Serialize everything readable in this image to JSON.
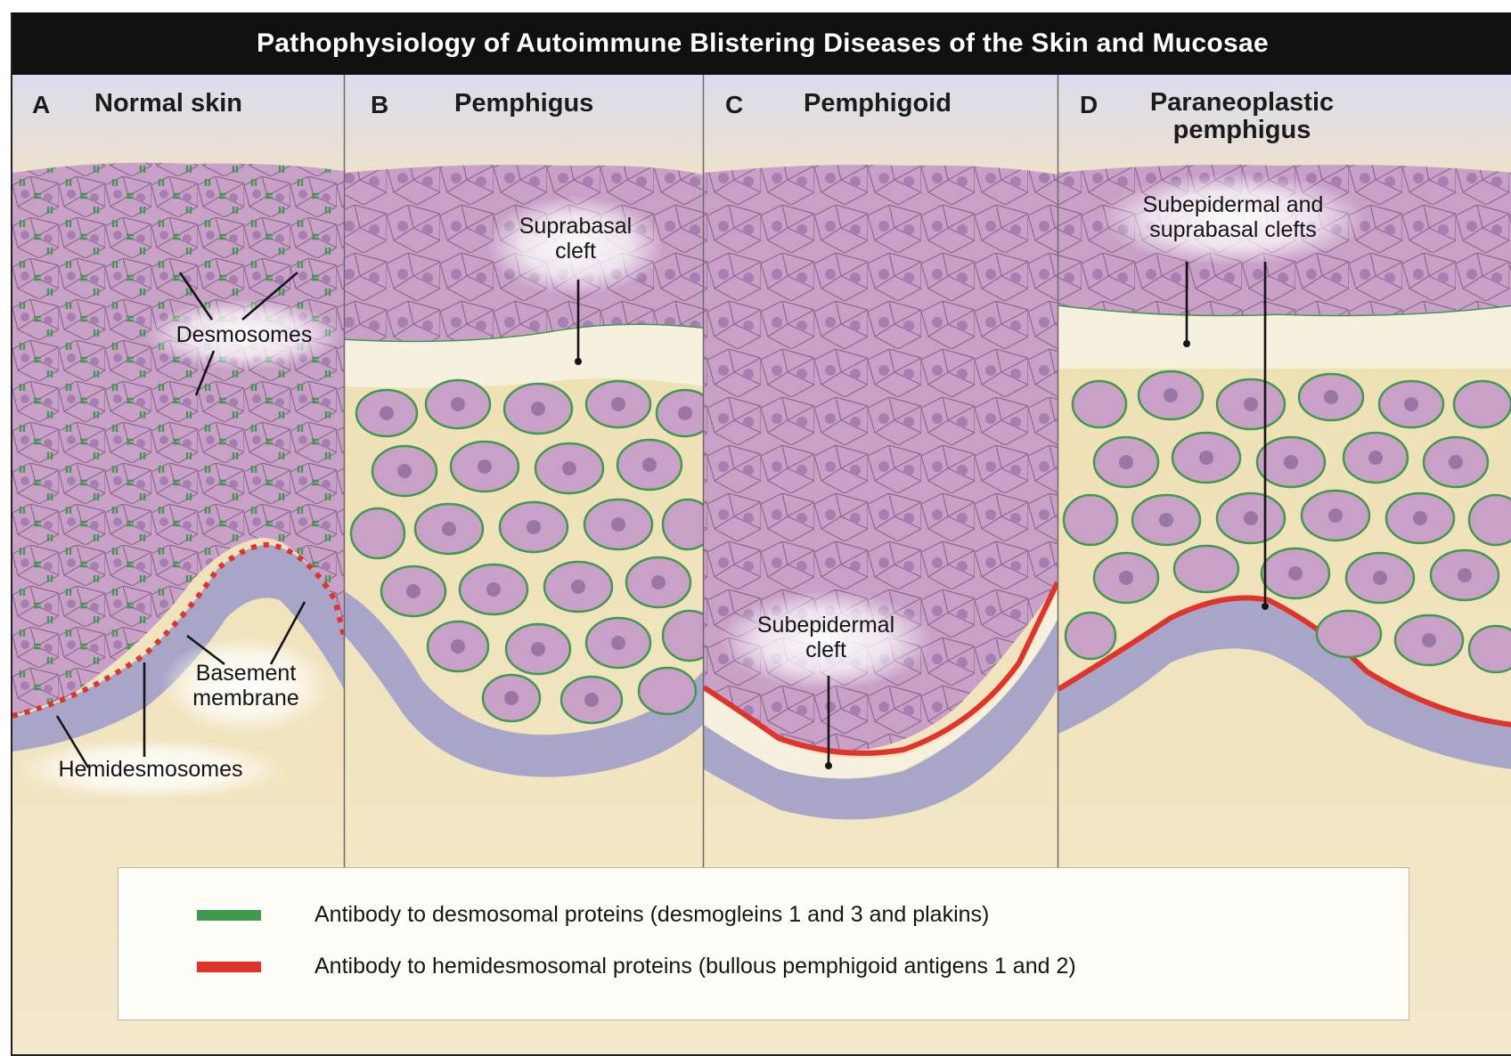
{
  "title": "Pathophysiology of Autoimmune Blistering Diseases of the Skin and Mucosae",
  "panels": [
    {
      "letter": "A",
      "title": "Normal skin"
    },
    {
      "letter": "B",
      "title": "Pemphigus"
    },
    {
      "letter": "C",
      "title": "Pemphigoid"
    },
    {
      "letter": "D",
      "title_line1": "Paraneoplastic",
      "title_line2": "pemphigus"
    }
  ],
  "annotations": {
    "desmosomes": "Desmosomes",
    "basement_line1": "Basement",
    "basement_line2": "membrane",
    "hemidesmosomes": "Hemidesmosomes",
    "suprabasal_line1": "Suprabasal",
    "suprabasal_line2": "cleft",
    "subepidermal_line1": "Subepidermal",
    "subepidermal_line2": "cleft",
    "both_line1": "Subepidermal and",
    "both_line2": "suprabasal clefts"
  },
  "legend": [
    {
      "label": "Antibody to desmosomal proteins (desmogleins 1 and 3 and plakins)",
      "color": "#3f9a4e"
    },
    {
      "label": "Antibody to hemidesmosomal proteins (bullous pemphigoid antigens 1 and 2)",
      "color": "#e0332a"
    }
  ],
  "colors": {
    "cell": "#c9a0c8",
    "cell_border": "#8a6a8e",
    "nucleus": "#9a76a4",
    "dermis": "#efe1b7",
    "basement": "#a7a6c8",
    "desmosome_antibody": "#3f9a4e",
    "hemidesmosome_antibody": "#e0332a"
  }
}
